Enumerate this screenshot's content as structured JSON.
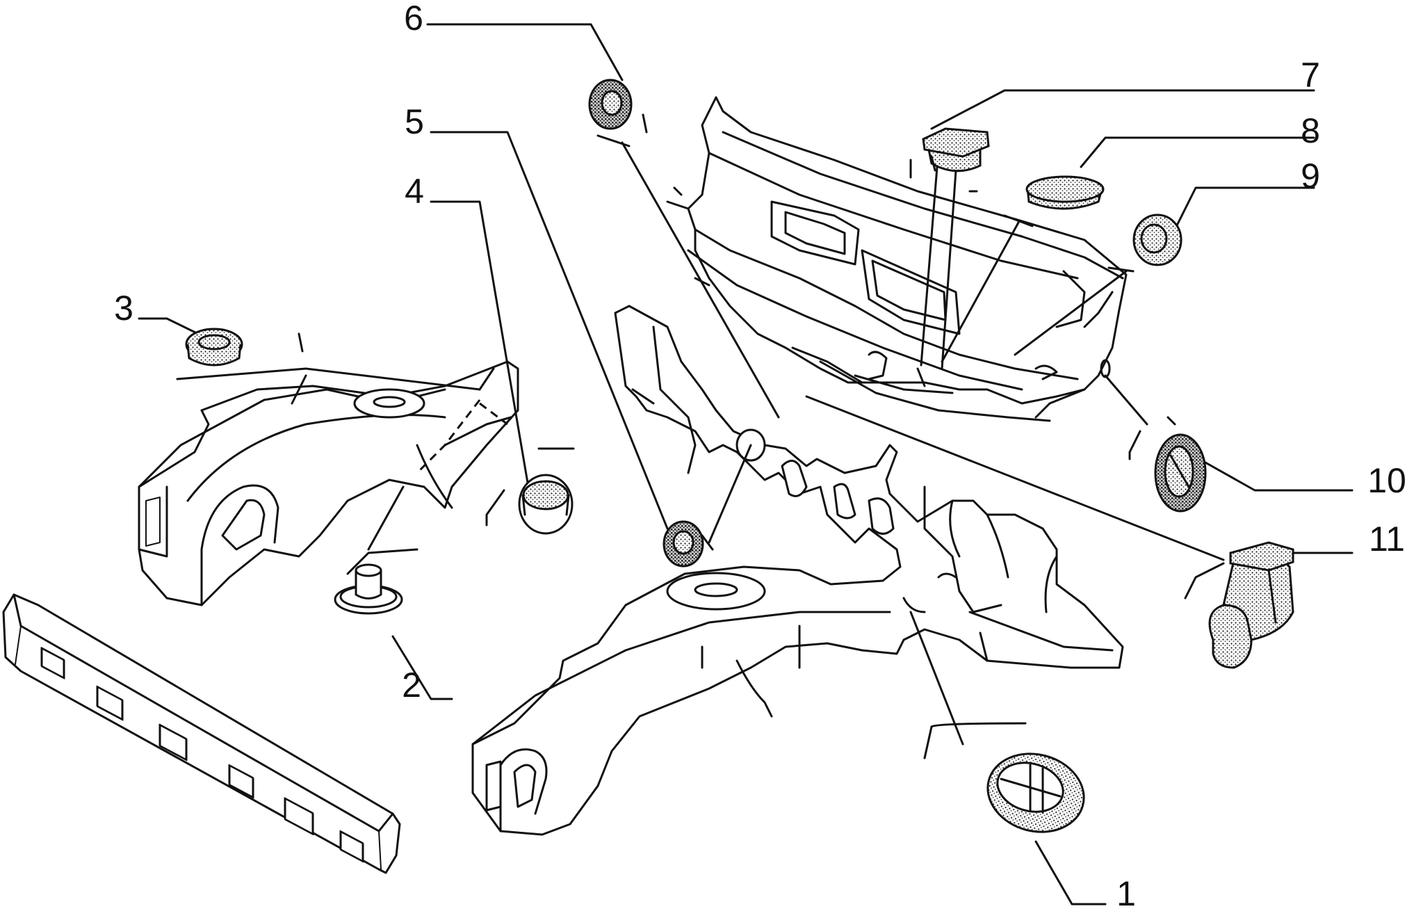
{
  "diagram": {
    "callouts": [
      "1",
      "2",
      "3",
      "4",
      "5",
      "6",
      "7",
      "8",
      "9",
      "10",
      "11"
    ]
  }
}
